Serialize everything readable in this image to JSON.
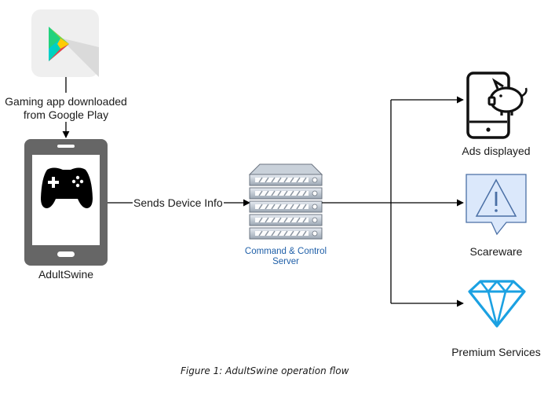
{
  "nodes": {
    "google_play": {
      "label_line1": "Gaming app downloaded",
      "label_line2": "from Google Play",
      "icon": "google-play-icon"
    },
    "adultswine": {
      "label": "AdultSwine",
      "icon": "gamepad-icon"
    },
    "server": {
      "label_line1": "Command & Control",
      "label_line2": "Server",
      "icon": "server-icon",
      "label_color": "#1f5fa8"
    },
    "ads": {
      "label": "Ads displayed",
      "icon": "phone-piggy-icon"
    },
    "scareware": {
      "label": "Scareware",
      "icon": "warning-icon"
    },
    "premium": {
      "label": "Premium Services",
      "icon": "diamond-icon",
      "icon_color": "#1ba1e2"
    }
  },
  "edges": {
    "device_info": "Sends Device Info"
  },
  "caption": "Figure 1: AdultSwine operation flow"
}
